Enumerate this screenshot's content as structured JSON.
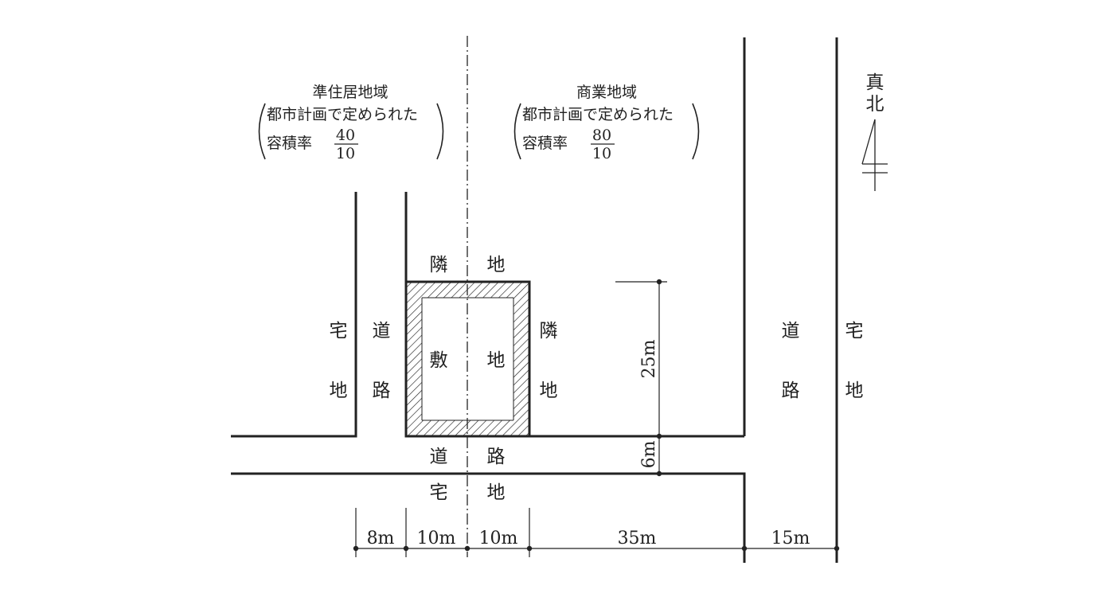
{
  "zones": {
    "left": {
      "name": "準住居地域",
      "note": "都市計画で定められた",
      "far_label": "容積率",
      "far_num": "40",
      "far_den": "10"
    },
    "right": {
      "name": "商業地域",
      "note": "都市計画で定められた",
      "far_label": "容積率",
      "far_num": "80",
      "far_den": "10"
    }
  },
  "north": {
    "top": "真",
    "bottom": "北"
  },
  "labels": {
    "far_left_lot_top": "宅",
    "far_left_lot_bottom": "地",
    "left_road_top": "道",
    "left_road_bottom": "路",
    "north_neighbor_left": "隣",
    "north_neighbor_right": "地",
    "site_left": "敷",
    "site_right": "地",
    "east_neighbor_top": "隣",
    "east_neighbor_bottom": "地",
    "south_road_left": "道",
    "south_road_right": "路",
    "south_lot_left": "宅",
    "south_lot_right": "地",
    "right_road_top": "道",
    "right_road_bottom": "路",
    "far_right_lot_top": "宅",
    "far_right_lot_bottom": "地"
  },
  "dimensions": {
    "left_road_width": "8m",
    "site_west_half": "10m",
    "site_east_half": "10m",
    "gap_to_right_road": "35m",
    "right_road_width": "15m",
    "site_depth": "25m",
    "south_road_width": "6m"
  },
  "colors": {
    "ink": "#222222",
    "background": "#ffffff"
  }
}
